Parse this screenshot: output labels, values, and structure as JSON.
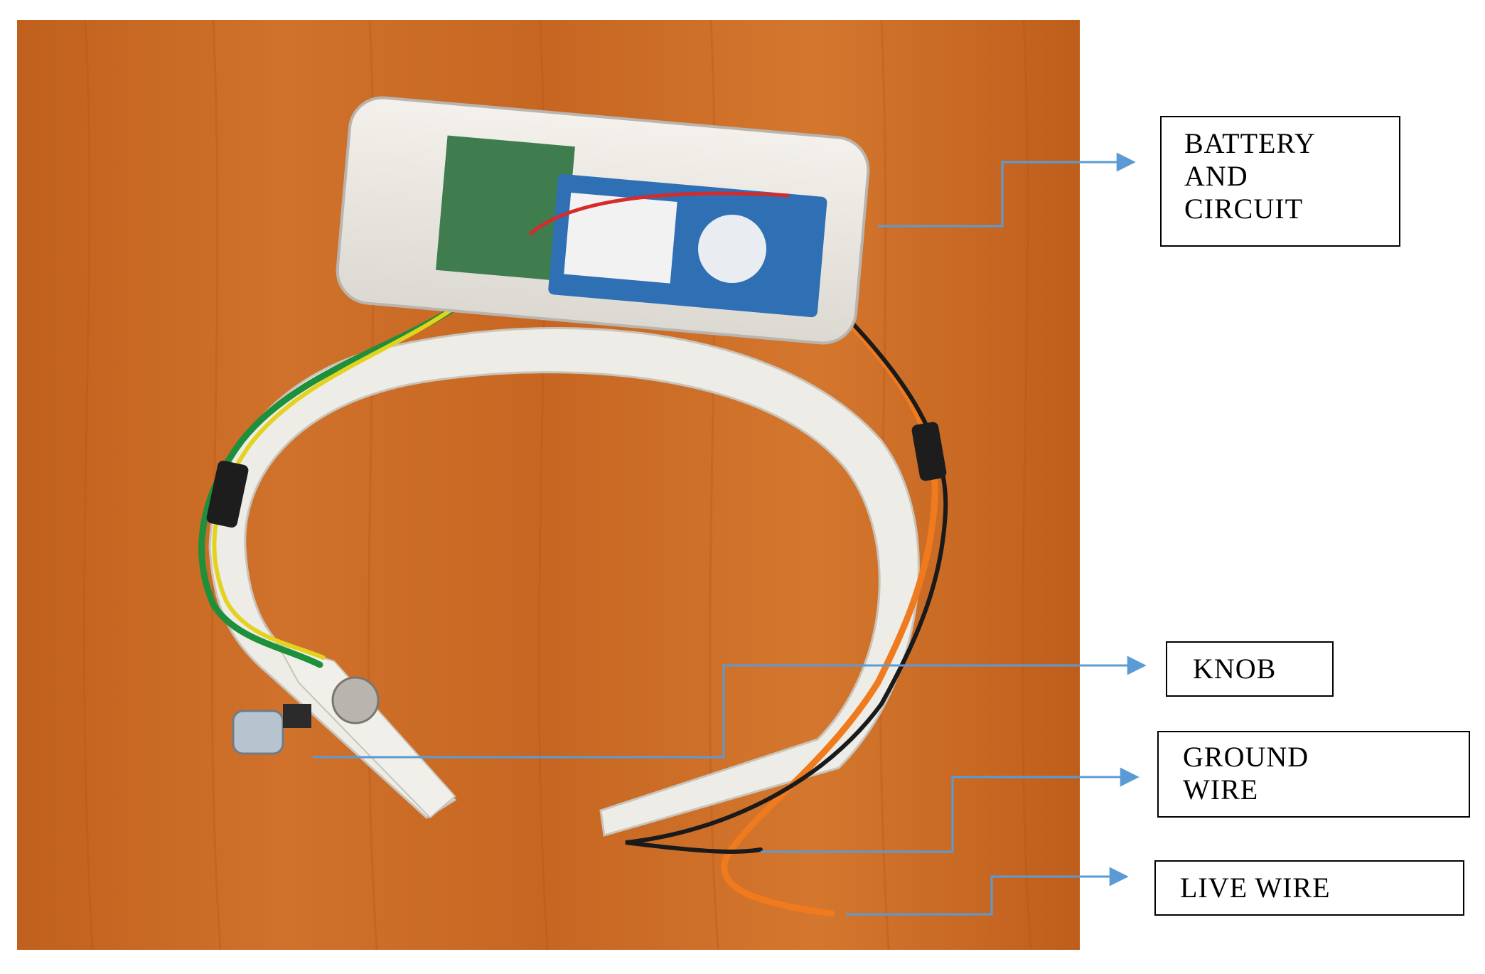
{
  "labels": {
    "battery": [
      "BATTERY",
      "AND",
      "CIRCUIT"
    ],
    "knob": [
      "KNOB"
    ],
    "ground": [
      "GROUND",
      "WIRE"
    ],
    "live": [
      "LIVE WIRE"
    ]
  },
  "colors": {
    "leader_line": "#5b9bd5",
    "box_border": "#000000",
    "table_wood": "#c96a24",
    "headband": "#eeece6",
    "wire_green": "#1e8f3a",
    "wire_yellow": "#e3d21f",
    "wire_orange": "#f07a1e",
    "wire_black": "#1a1a1a"
  }
}
